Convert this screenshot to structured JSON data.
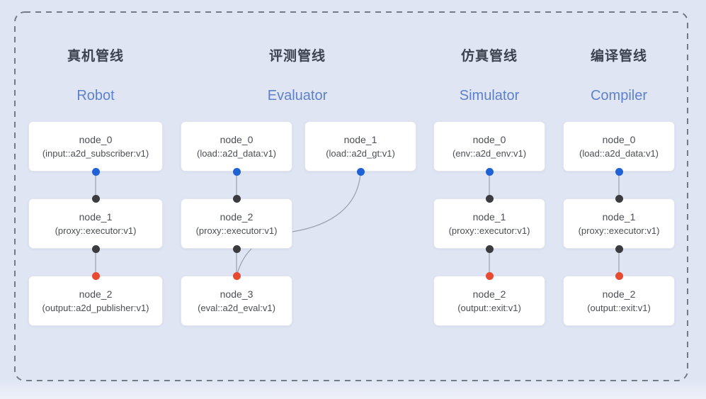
{
  "colors": {
    "background": "#dfe5f3",
    "background_fade": "#eef1f9",
    "border_dash": "#737a89",
    "box_bg": "#ffffff",
    "box_border": "#e3e6ec",
    "title_text": "#3d424e",
    "subtitle_text": "#5e81c9",
    "node_text": "#4b4e54",
    "edge": "#99a0ad",
    "port_input": "#1e62d6",
    "port_mid": "#3a3c40",
    "port_output": "#e84a31"
  },
  "pipelines": [
    {
      "id": "robot",
      "title_zh": "真机管线",
      "title_en": "Robot",
      "nodes": [
        {
          "name": "node_0",
          "impl": "(input::a2d_subscriber:v1)"
        },
        {
          "name": "node_1",
          "impl": "(proxy::executor:v1)"
        },
        {
          "name": "node_2",
          "impl": "(output::a2d_publisher:v1)"
        }
      ]
    },
    {
      "id": "evaluator",
      "title_zh": "评测管线",
      "title_en": "Evaluator",
      "nodes": [
        {
          "name": "node_0",
          "impl": "(load::a2d_data:v1)"
        },
        {
          "name": "node_1",
          "impl": "(load::a2d_gt:v1)"
        },
        {
          "name": "node_2",
          "impl": "(proxy::executor:v1)"
        },
        {
          "name": "node_3",
          "impl": "(eval::a2d_eval:v1)"
        }
      ]
    },
    {
      "id": "simulator",
      "title_zh": "仿真管线",
      "title_en": "Simulator",
      "nodes": [
        {
          "name": "node_0",
          "impl": "(env::a2d_env:v1)"
        },
        {
          "name": "node_1",
          "impl": "(proxy::executor:v1)"
        },
        {
          "name": "node_2",
          "impl": "(output::exit:v1)"
        }
      ]
    },
    {
      "id": "compiler",
      "title_zh": "编译管线",
      "title_en": "Compiler",
      "nodes": [
        {
          "name": "node_0",
          "impl": "(load::a2d_data:v1)"
        },
        {
          "name": "node_1",
          "impl": "(proxy::executor:v1)"
        },
        {
          "name": "node_2",
          "impl": "(output::exit:v1)"
        }
      ]
    }
  ],
  "edges": [
    {
      "pipeline": "robot",
      "from": "node_0",
      "to": "node_1"
    },
    {
      "pipeline": "robot",
      "from": "node_1",
      "to": "node_2"
    },
    {
      "pipeline": "evaluator",
      "from": "node_0",
      "to": "node_2"
    },
    {
      "pipeline": "evaluator",
      "from": "node_1",
      "to": "node_3"
    },
    {
      "pipeline": "evaluator",
      "from": "node_2",
      "to": "node_3"
    },
    {
      "pipeline": "simulator",
      "from": "node_0",
      "to": "node_1"
    },
    {
      "pipeline": "simulator",
      "from": "node_1",
      "to": "node_2"
    },
    {
      "pipeline": "compiler",
      "from": "node_0",
      "to": "node_1"
    },
    {
      "pipeline": "compiler",
      "from": "node_1",
      "to": "node_2"
    }
  ]
}
